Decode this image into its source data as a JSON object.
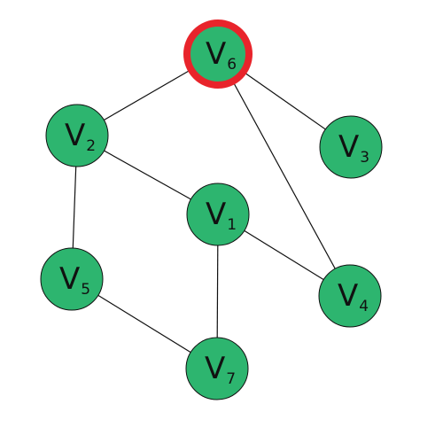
{
  "graph": {
    "node_fill": "#2db56f",
    "node_stroke": "#111111",
    "highlight_color": "#e8242b",
    "nodes": [
      {
        "id": "v1",
        "letter": "V",
        "sub": "1",
        "highlighted": false
      },
      {
        "id": "v2",
        "letter": "V",
        "sub": "2",
        "highlighted": false
      },
      {
        "id": "v3",
        "letter": "V",
        "sub": "3",
        "highlighted": false
      },
      {
        "id": "v4",
        "letter": "V",
        "sub": "4",
        "highlighted": false
      },
      {
        "id": "v5",
        "letter": "V",
        "sub": "5",
        "highlighted": false
      },
      {
        "id": "v6",
        "letter": "V",
        "sub": "6",
        "highlighted": true
      },
      {
        "id": "v7",
        "letter": "V",
        "sub": "7",
        "highlighted": false
      }
    ],
    "edges": [
      [
        "v6",
        "v2"
      ],
      [
        "v6",
        "v3"
      ],
      [
        "v6",
        "v4"
      ],
      [
        "v2",
        "v1"
      ],
      [
        "v2",
        "v5"
      ],
      [
        "v1",
        "v4"
      ],
      [
        "v1",
        "v7"
      ],
      [
        "v5",
        "v7"
      ]
    ]
  }
}
